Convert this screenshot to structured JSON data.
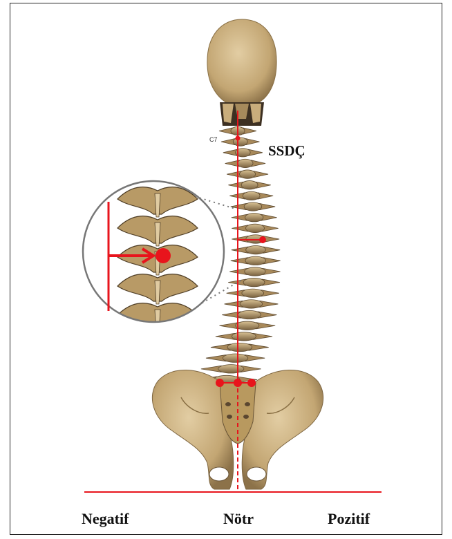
{
  "labels": {
    "ssdc": "SSDÇ",
    "c7": "C7",
    "negative": "Negatif",
    "neutral": "Nötr",
    "positive": "Pozitif"
  },
  "colors": {
    "bone": "#c9ad7c",
    "bone_dark": "#6b5638",
    "marker": "#e8141c"
  }
}
